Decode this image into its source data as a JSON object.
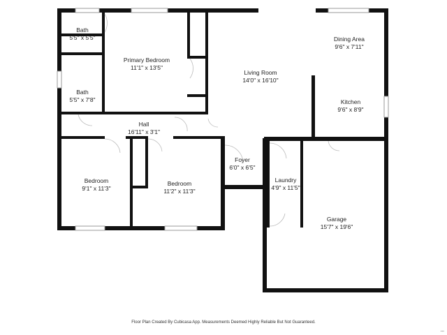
{
  "rooms": {
    "bath_1": {
      "name": "Bath",
      "dimensions": "5'5\" x 5'5\""
    },
    "primary_bedroom": {
      "name": "Primary Bedroom",
      "dimensions": "11'1\" x 13'5\""
    },
    "bath_2": {
      "name": "Bath",
      "dimensions": "5'5\" x 7'8\""
    },
    "living_room": {
      "name": "Living Room",
      "dimensions": "14'0\" x 16'10\""
    },
    "dining_area": {
      "name": "Dining Area",
      "dimensions": "9'6\" x 7'11\""
    },
    "kitchen": {
      "name": "Kitchen",
      "dimensions": "9'6\" x 8'9\""
    },
    "hall": {
      "name": "Hall",
      "dimensions": "16'11\" x 3'1\""
    },
    "foyer": {
      "name": "Foyer",
      "dimensions": "6'0\" x 6'5\""
    },
    "bedroom_1": {
      "name": "Bedroom",
      "dimensions": "9'1\" x 11'3\""
    },
    "bedroom_2": {
      "name": "Bedroom",
      "dimensions": "11'2\" x 11'3\""
    },
    "laundry": {
      "name": "Laundry",
      "dimensions": "4'9\" x 11'5\""
    },
    "garage": {
      "name": "Garage",
      "dimensions": "15'7\" x 19'6\""
    }
  },
  "footer": {
    "note": "Floor Plan Created By Cubicasa App. Measurements Deemed Highly Reliable But Not Guaranteed."
  },
  "colors": {
    "wall": "#111111",
    "window": "#9a9a9a",
    "background": "#ffffff"
  }
}
